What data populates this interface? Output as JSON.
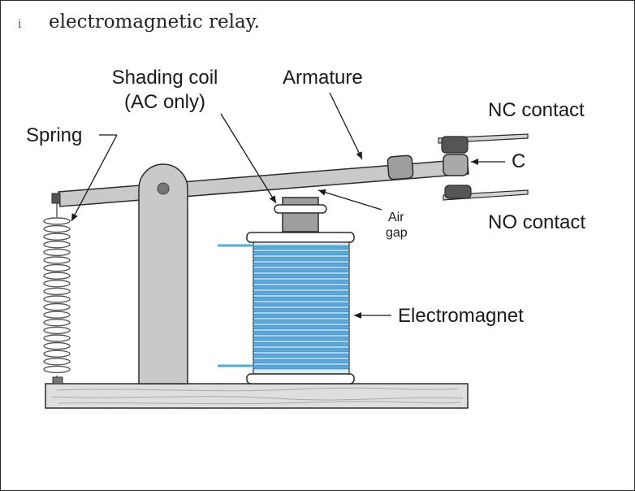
{
  "caption": {
    "mark": "i",
    "text": "electromagnetic relay."
  },
  "labels": {
    "shading_coil_line1": "Shading coil",
    "shading_coil_line2": "(AC only)",
    "armature": "Armature",
    "spring": "Spring",
    "nc_contact": "NC contact",
    "c": "C",
    "no_contact": "NO contact",
    "air_gap_line1": "Air",
    "air_gap_line2": "gap",
    "electromagnet": "Electromagnet"
  },
  "colors": {
    "coil": "#5aa7d9",
    "metal": "#c9c9c9",
    "outline": "#2b2b2b",
    "base": "#dedede"
  }
}
